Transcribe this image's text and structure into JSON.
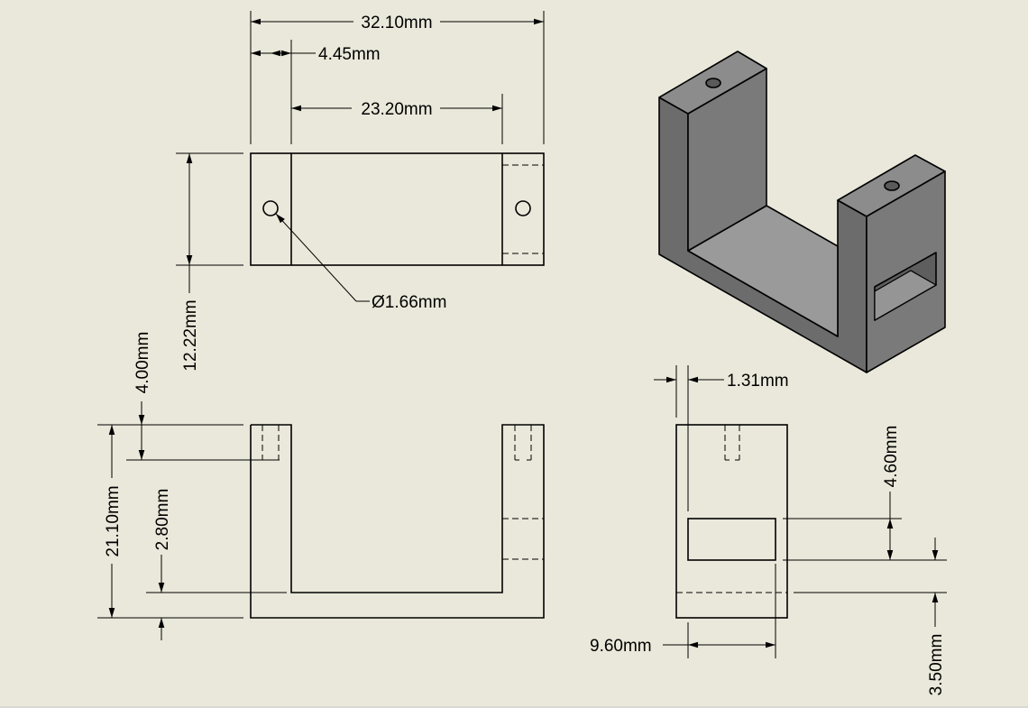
{
  "drawing": {
    "top_view": {
      "overall_width": "32.10mm",
      "post_width": "4.45mm",
      "inner_width": "23.20mm",
      "depth": "12.22mm",
      "hole_diameter": "Ø1.66mm"
    },
    "front_view": {
      "height": "21.10mm",
      "hole_depth": "4.00mm",
      "base_thickness": "2.80mm"
    },
    "side_view": {
      "slot_offset": "1.31mm",
      "slot_height": "4.60mm",
      "slot_width": "9.60mm",
      "slot_bottom": "3.50mm"
    }
  },
  "colors": {
    "background": "#eae8da",
    "line": "#000000",
    "iso_top": "#8c8c8c",
    "iso_front": "#7a7a7a",
    "iso_side": "#6c6c6c",
    "iso_floor": "#9a9a9a"
  }
}
